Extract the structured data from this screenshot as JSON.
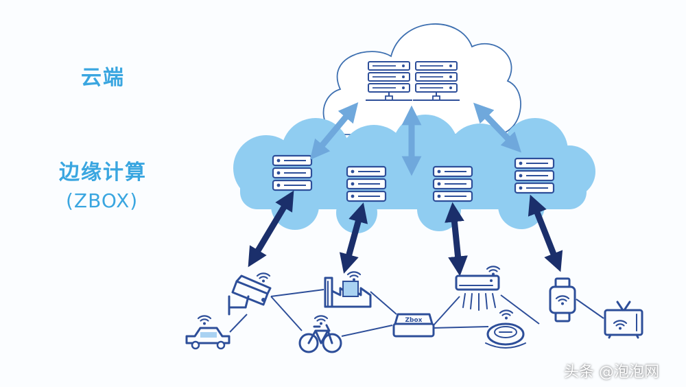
{
  "labels": {
    "cloud": "云端",
    "edge": "边缘计算",
    "edge_sub": "(ZBOX)"
  },
  "device_labels": {
    "zbox": "Zbox"
  },
  "watermark": "头条 @泡泡网",
  "colors": {
    "label_blue": "#3aa6e0",
    "edge_cloud": "#90cdf1",
    "outline_navy": "#2d4e99",
    "arrow_light": "#6fa8dc",
    "arrow_dark": "#1b2f6b",
    "cloud_stroke": "#3d6fb0"
  },
  "icons": [
    "server-rack-icon",
    "security-camera-icon",
    "factory-icon",
    "air-conditioner-icon",
    "smartwatch-icon",
    "taxi-icon",
    "bicycle-icon",
    "zbox-device-icon",
    "robot-vacuum-icon",
    "television-icon",
    "wifi-icon"
  ]
}
